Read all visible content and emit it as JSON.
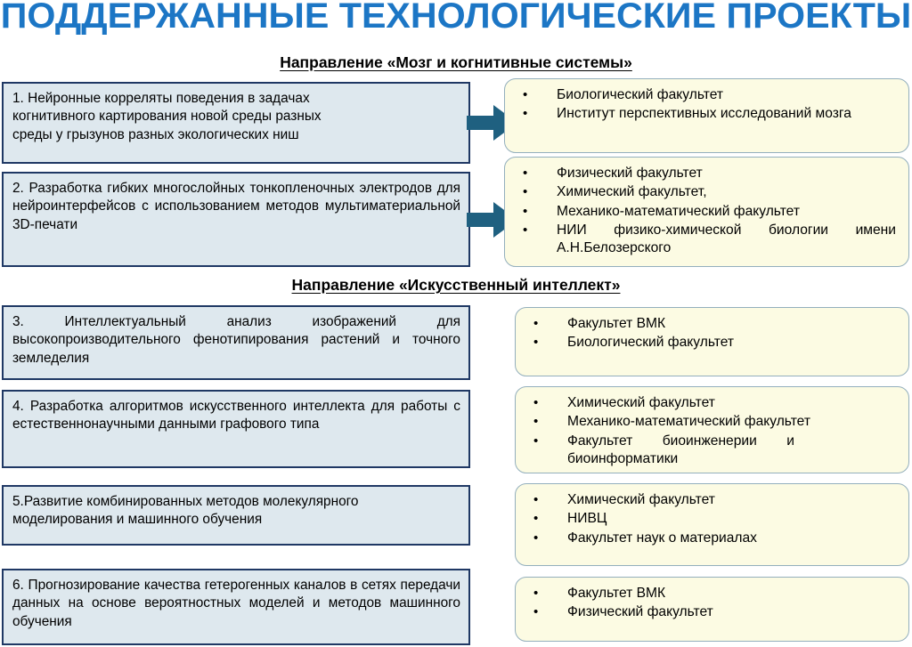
{
  "slide": {
    "title": "ПОДДЕРЖАННЫЕ ТЕХНОЛОГИЧЕСКИЕ ПРОЕКТЫ",
    "title_color": "#1C76C5",
    "project_box_fill": "#DEE8EE",
    "project_box_border": "#1F3864",
    "faculty_box_fill": "#FCFBE3",
    "faculty_box_border": "#93AFBD",
    "arrow_color": "#1F6080",
    "bullet_glyph": "•"
  },
  "sections": [
    {
      "heading": "Направление «Мозг и когнитивные системы»",
      "projects": [
        {
          "lines": [
            "1. Нейронные корреляты поведения в задачах",
            "когнитивного картирования новой  среды разных",
            "среды у грызунов разных экологических ниш"
          ],
          "has_arrow": true,
          "faculties": [
            "Биологический факультет",
            "Институт перспективных исследований мозга"
          ]
        },
        {
          "lines": [
            "2. Разработка гибких многослойных тонкопленочных электродов для нейроинтерфейсов с использованием методов  мультиматериальной 3D-печати"
          ],
          "has_arrow": true,
          "faculties": [
            "Физический факультет",
            "Химический факультет,",
            "Механико-математический факультет",
            "НИИ физико-химической биологии имени А.Н.Белозерского"
          ]
        }
      ]
    },
    {
      "heading": "Направление  «Искусственный интеллект»",
      "projects": [
        {
          "lines": [
            "3.  Интеллектуальный анализ изображений для высокопроизводительного фенотипирования растений и точного земледелия"
          ],
          "has_arrow": false,
          "faculties": [
            "Факультет ВМК",
            "Биологический факультет"
          ]
        },
        {
          "lines": [
            "4. Разработка алгоритмов искусственного интеллекта для работы с естественнонаучными данными графового типа"
          ],
          "has_arrow": false,
          "faculties": [
            "Химический факультет",
            "Механико-математический факультет",
            "Факультет биоинженерии и биоинформатики"
          ]
        },
        {
          "lines": [
            "5.Развитие комбинированных методов молекулярного моделирования и машинного обучения"
          ],
          "has_arrow": false,
          "faculties": [
            "Химический факультет",
            "НИВЦ",
            "Факультет наук о материалах"
          ]
        },
        {
          "lines": [
            "6. Прогнозирование качества гетерогенных каналов в сетях передачи данных на основе вероятностных моделей и методов машинного обучения"
          ],
          "has_arrow": false,
          "faculties": [
            "Факультет ВМК",
            "Физический факультет"
          ]
        }
      ]
    }
  ]
}
